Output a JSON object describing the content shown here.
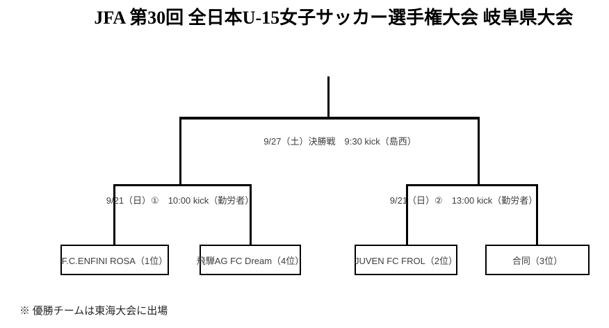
{
  "title": "JFA 第30回 全日本U-15女子サッカー選手権大会 岐阜県大会",
  "matches": {
    "final": {
      "date": "9/27（土）",
      "round_name": "決勝戦",
      "kickoff": "9:30 kick",
      "venue": "島西",
      "label": "9/27（土）決勝戦　9:30 kick（島西）"
    },
    "semifinal_1": {
      "date": "9/21（日）",
      "match_number": "①",
      "kickoff": "10:00 kick",
      "venue": "勤労者",
      "label": "9/21（日）①　10:00 kick（勤労者）"
    },
    "semifinal_2": {
      "date": "9/21（日）",
      "match_number": "②",
      "kickoff": "13:00 kick",
      "venue": "勤労者",
      "label": "9/21（日）②　13:00 kick（勤労者）"
    }
  },
  "teams": [
    {
      "name": "F.C.ENFINI ROSA",
      "seed": "1位",
      "display": "F.C.ENFINI ROSA（1位）"
    },
    {
      "name": "飛騨AG FC Dream",
      "seed": "4位",
      "display": "飛騨AG FC Dream（4位）"
    },
    {
      "name": "JUVEN FC FROL",
      "seed": "2位",
      "display": "JUVEN FC FROL（2位）"
    },
    {
      "name": "合同",
      "seed": "3位",
      "display": "合同（3位）"
    }
  ],
  "footnote": "※ 優勝チームは東海大会に出場",
  "colors": {
    "line": "#000000",
    "label_text": "#3d3d3d",
    "title_text": "#000000"
  }
}
